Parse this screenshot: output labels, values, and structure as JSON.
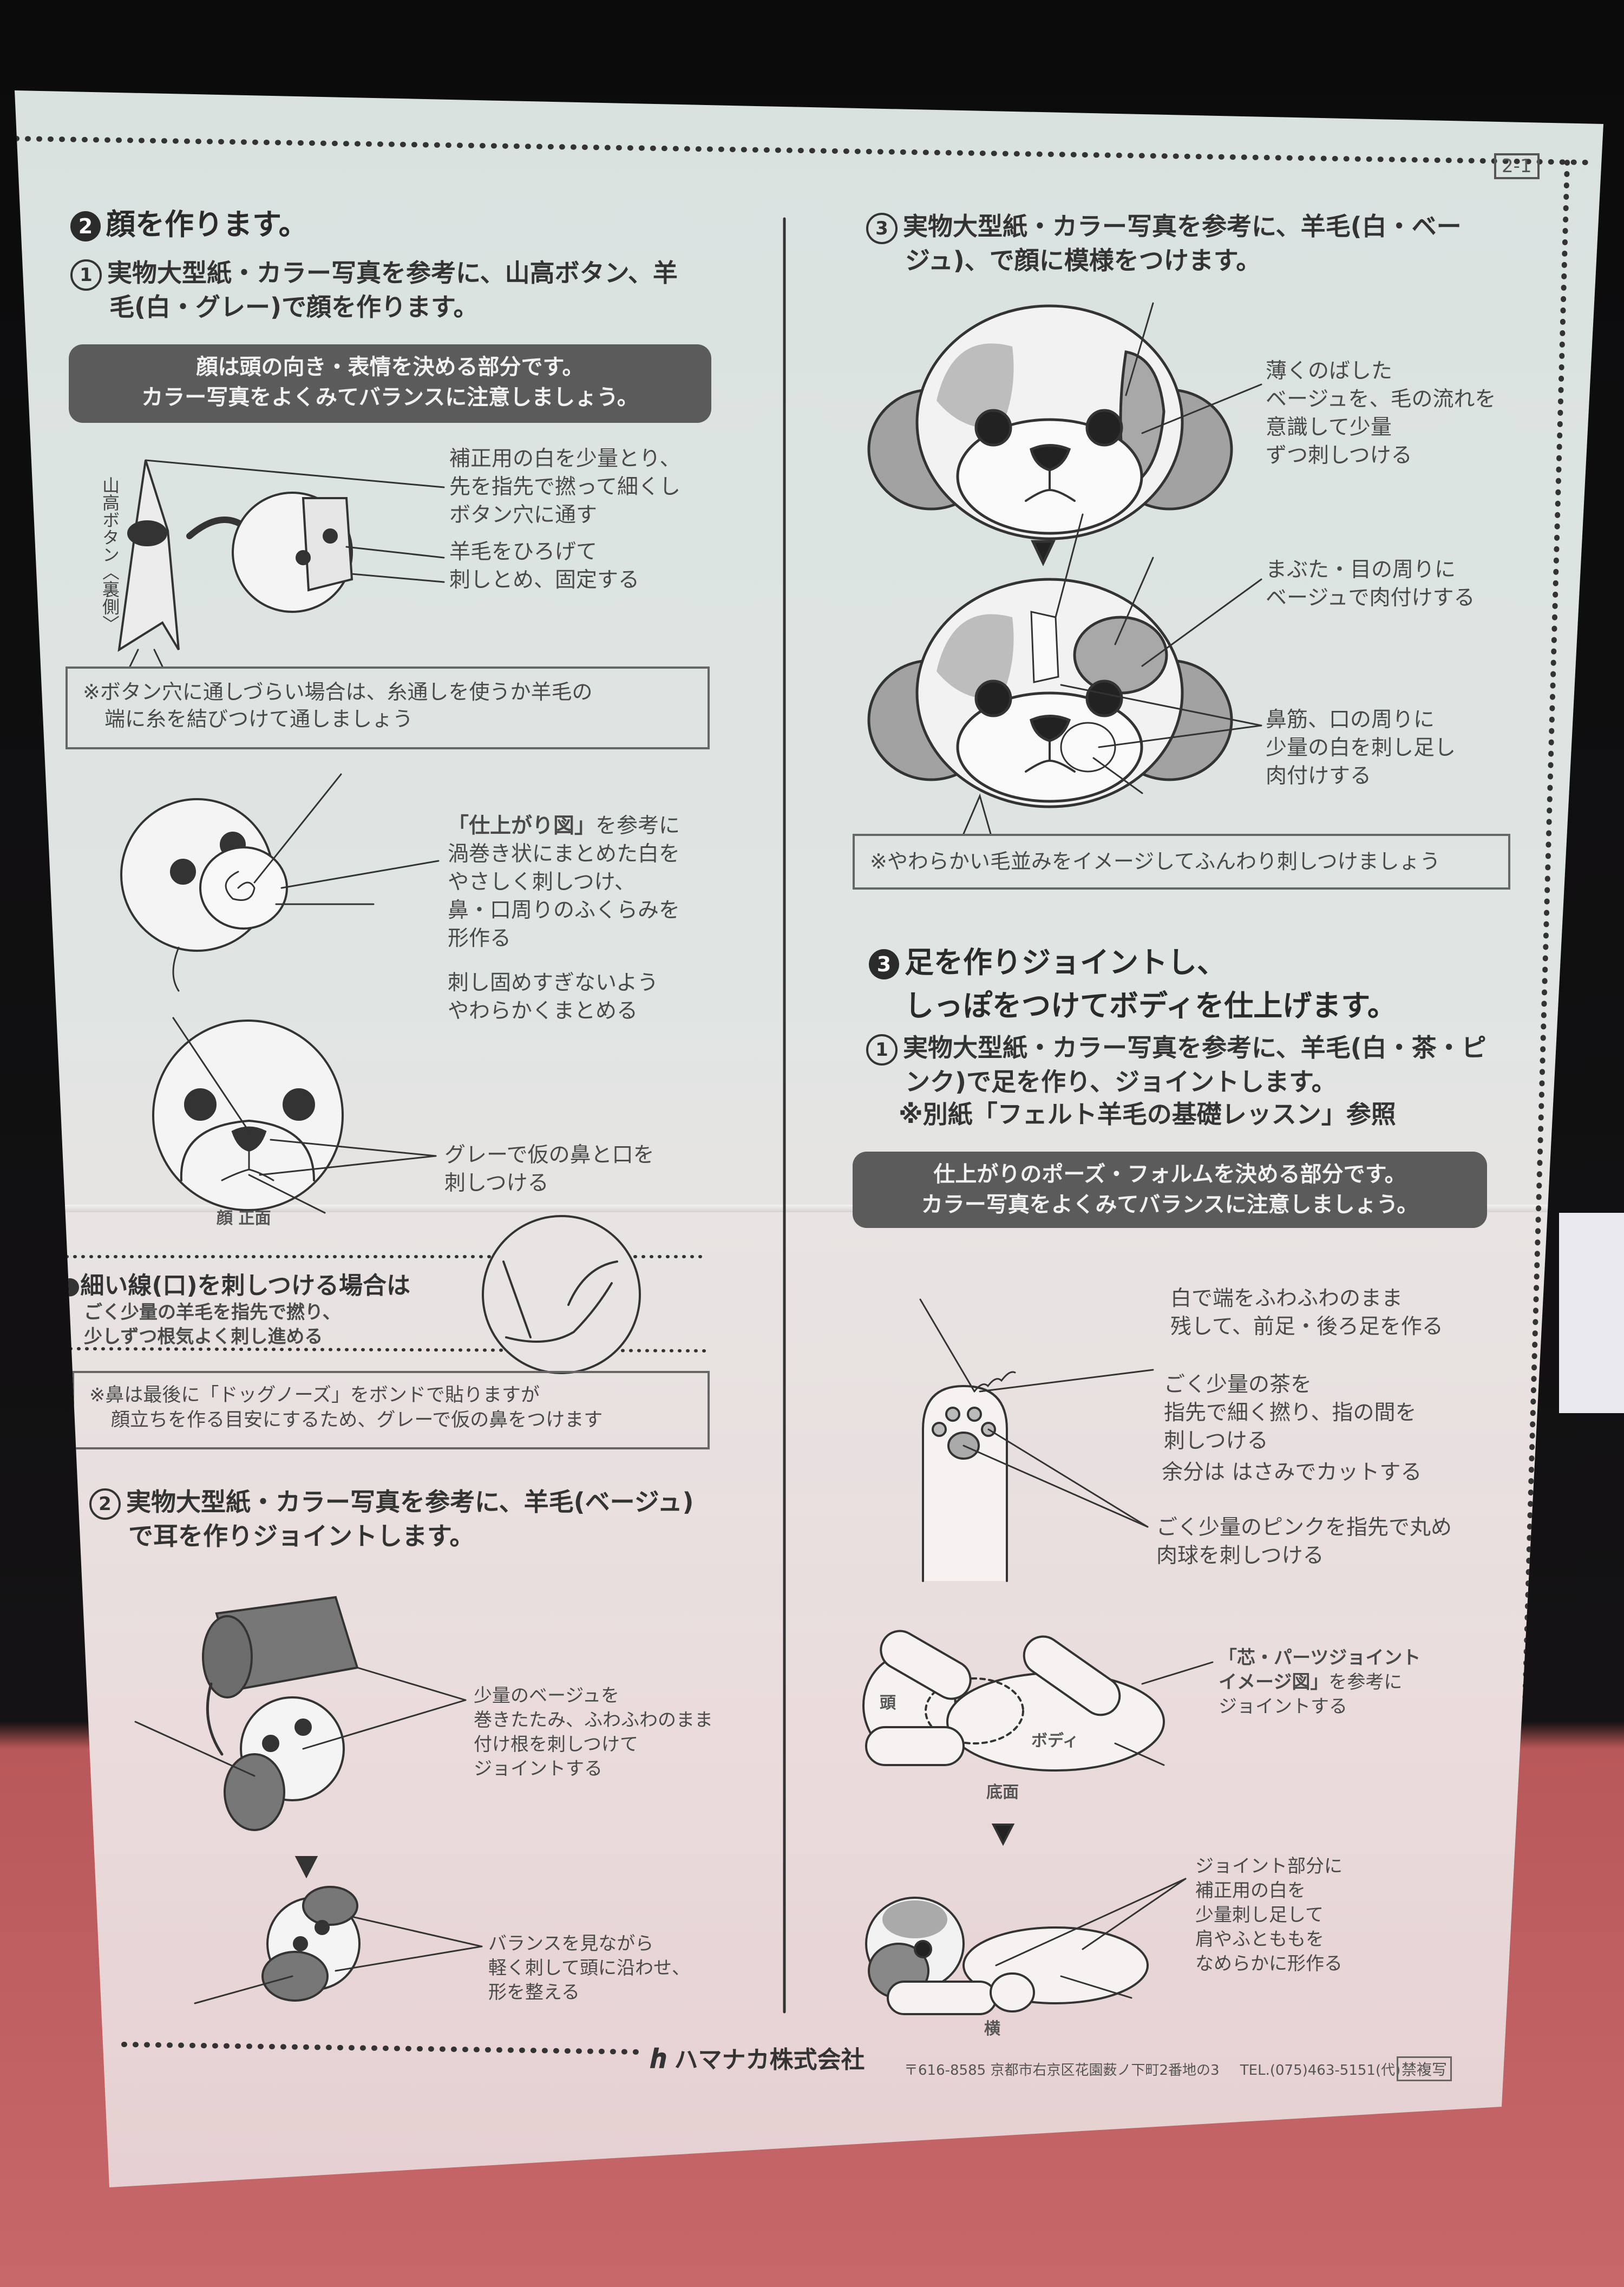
{
  "page_label": "2-1",
  "left": {
    "section2": {
      "number": "2",
      "title": "顔を作ります。"
    },
    "step1": {
      "number": "1",
      "lines": [
        "実物大型紙・カラー写真を参考に、山高ボタン、羊",
        "毛(白・グレー)で顔を作ります。"
      ]
    },
    "callout": [
      "顔は頭の向き・表情を決める部分です。",
      "カラー写真をよくみてバランスに注意しましょう。"
    ],
    "button_label": "山高ボタン〈裏側〉",
    "label_a": [
      "補正用の白を少量とり、",
      "先を指先で撚って細くし",
      "ボタン穴に通す"
    ],
    "label_b": [
      "羊毛をひろげて",
      "刺しとめ、固定する"
    ],
    "note1": [
      "※ボタン穴に通しづらい場合は、糸通しを使うか羊毛の",
      "端に糸を結びつけて通しましょう"
    ],
    "label_c": {
      "bold": "「仕上がり図」",
      "rest": "を参考に",
      "lines": [
        "渦巻き状にまとめた白を",
        "やさしく刺しつけ、",
        "鼻・口周りのふくらみを",
        "形作る"
      ]
    },
    "label_d": [
      "刺し固めすぎないよう",
      "やわらかくまとめる"
    ],
    "label_e": [
      "グレーで仮の鼻と口を",
      "刺しつける"
    ],
    "face_front_caption": "顔 正面",
    "tip": {
      "title": "●細い線(口)を刺しつける場合は",
      "lines": [
        "ごく少量の羊毛を指先で撚り、",
        "少しずつ根気よく刺し進める"
      ]
    },
    "note2": [
      "※鼻は最後に「ドッグノーズ」をボンドで貼りますが",
      "顔立ちを作る目安にするため、グレーで仮の鼻をつけます"
    ],
    "step2": {
      "number": "2",
      "lines": [
        "実物大型紙・カラー写真を参考に、羊毛(ベージュ)",
        "で耳を作りジョイントします。"
      ]
    },
    "label_f": [
      "少量のベージュを",
      "巻きたたみ、ふわふわのまま",
      "付け根を刺しつけて",
      "ジョイントする"
    ],
    "label_g": [
      "バランスを見ながら",
      "軽く刺して頭に沿わせ、",
      "形を整える"
    ]
  },
  "right": {
    "step3": {
      "number": "3",
      "lines": [
        "実物大型紙・カラー写真を参考に、羊毛(白・ベー",
        "ジュ)、で顔に模様をつけます。"
      ]
    },
    "label_a": [
      "薄くのばした",
      "ベージュを、毛の流れを",
      "意識して少量",
      "ずつ刺しつける"
    ],
    "label_b": [
      "まぶた・目の周りに",
      "ベージュで肉付けする"
    ],
    "label_c": [
      "鼻筋、口の周りに",
      "少量の白を刺し足し",
      "肉付けする"
    ],
    "note": "※やわらかい毛並みをイメージしてふんわり刺しつけましょう",
    "section3": {
      "number": "3",
      "lines": [
        "足を作りジョイントし、",
        "しっぽをつけてボディを仕上げます。"
      ]
    },
    "step1": {
      "number": "1",
      "lines": [
        "実物大型紙・カラー写真を参考に、羊毛(白・茶・ピ",
        "ンク)で足を作り、ジョイントします。"
      ],
      "ref": "※別紙「フェルト羊毛の基礎レッスン」参照"
    },
    "callout": [
      "仕上がりのポーズ・フォルムを決める部分です。",
      "カラー写真をよくみてバランスに注意しましょう。"
    ],
    "label_d": [
      "白で端をふわふわのまま",
      "残して、前足・後ろ足を作る"
    ],
    "label_e": [
      "ごく少量の茶を",
      "指先で細く撚り、指の間を",
      "刺しつける"
    ],
    "label_f": "余分は はさみでカットする",
    "label_g": [
      "ごく少量のピンクを指先で丸め",
      "肉球を刺しつける"
    ],
    "label_h": {
      "bold": [
        "「芯・パーツジョイント",
        "イメージ図」"
      ],
      "rest": "を参考に",
      "last": "ジョイントする"
    },
    "caption_head": "頭",
    "caption_body": "ボディ",
    "caption_bottom": "底面",
    "label_i": [
      "ジョイント部分に",
      "補正用の白を",
      "少量刺し足して",
      "肩やふとももを",
      "なめらかに形作る"
    ],
    "caption_side": "横"
  },
  "footer": {
    "company": "ハマナカ株式会社",
    "address": "〒616-8585 京都市右京区花園薮ノ下町2番地の3",
    "tel": "TEL.(075)463-5151(代)",
    "no_copy": "禁複写"
  }
}
